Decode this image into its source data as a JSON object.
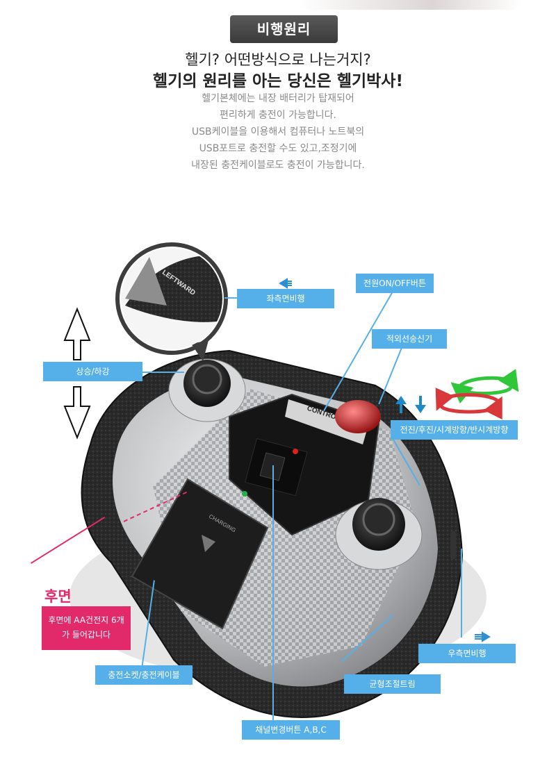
{
  "header": {
    "badge": "비행원리",
    "line1": "헬기? 어떤방식으로 나는거지?",
    "line2": "헬기의 원리를 아는 당신은 헬기박사!",
    "desc": [
      "헬기본체에는 내장 배터리가 탑재되어",
      "편리하게 충전이 가능합니다.",
      "USB케이블을 이용해서 컴퓨터나 노트북의",
      "USB포트로 충전할 수도 있고,조정기에",
      "내장된 충전케이블로도 충전이 가능합니다."
    ]
  },
  "device": {
    "brand": "CONTROL",
    "zoom_text": "LEFTWARD",
    "battery_text": "CHARGING"
  },
  "callouts": {
    "left_side_flight": "좌측면비행",
    "power_button": "전원ON/OFF버튼",
    "infrared": "적외선송신기",
    "up_down": "상승/하강",
    "move_rotate": "전진/후진/시계방향/반시계방향",
    "right_side_flight": "우측면비행",
    "trim": "균형조절트림",
    "charging": "충전소켓/충전케이블",
    "channel": "채널변경버튼 A,B,C"
  },
  "rear": {
    "title": "후면",
    "line1": "후면에 AA건전지 6개",
    "line2": "가 들어갑니다"
  },
  "colors": {
    "label_bg": "#55b0ea",
    "rear_accent": "#e22a6b",
    "green_arrow": "#2fc63a",
    "red_arrow": "#d9383a",
    "blue_arrow": "#1f88c9"
  }
}
